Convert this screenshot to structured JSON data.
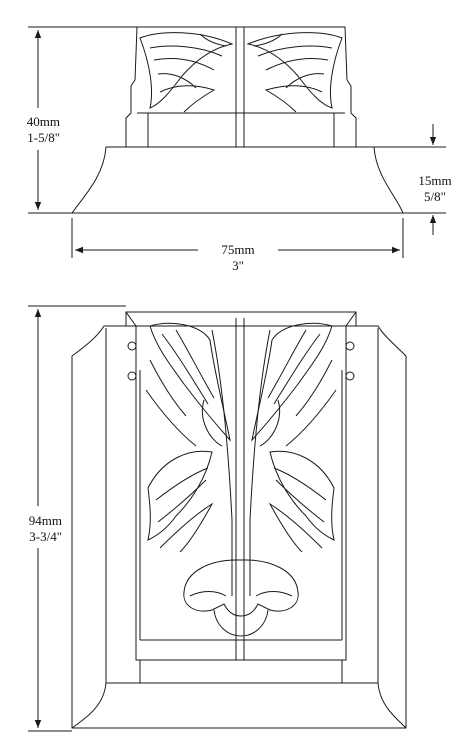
{
  "dimensions": {
    "top_height": {
      "metric": "40mm",
      "imperial": "1-5/8\""
    },
    "base_height": {
      "metric": "15mm",
      "imperial": "5/8\""
    },
    "width": {
      "metric": "75mm",
      "imperial": "3\""
    },
    "front_height": {
      "metric": "94mm",
      "imperial": "3-3/4\""
    }
  },
  "colors": {
    "line": "#1a1a1a",
    "background": "#ffffff"
  }
}
